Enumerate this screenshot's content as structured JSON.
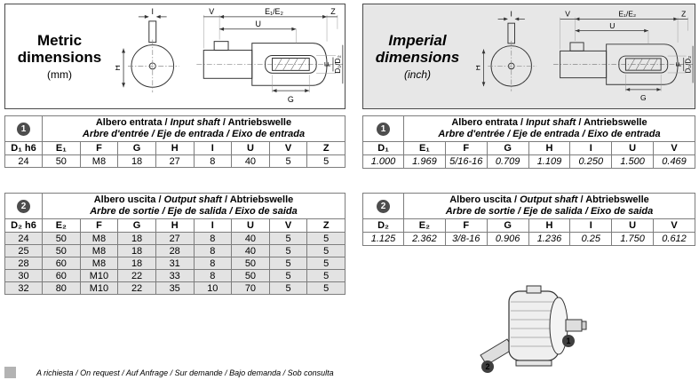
{
  "metric_panel": {
    "title_line1": "Metric",
    "title_line2": "dimensions",
    "unit": "(mm)"
  },
  "imperial_panel": {
    "title_line1": "Imperial",
    "title_line2": "dimensions",
    "unit": "(inch)"
  },
  "diagram": {
    "labels": {
      "i": "I",
      "h": "H",
      "v": "V",
      "e": "E₁/E₂",
      "u": "U",
      "z": "Z",
      "f": "F",
      "g": "G",
      "d": "D₁/D₂"
    }
  },
  "metric": {
    "input": {
      "badge": "1",
      "header": {
        "line1_a": "Albero entrata / ",
        "line1_b": "Input shaft",
        "line1_c": " / Antriebswelle",
        "line2": "Arbre d'entrée / Eje de entrada / Eixo de entrada"
      },
      "columns": [
        "D₁ h6",
        "E₁",
        "F",
        "G",
        "H",
        "I",
        "U",
        "V",
        "Z"
      ],
      "rows": [
        [
          "24",
          "50",
          "M8",
          "18",
          "27",
          "8",
          "40",
          "5",
          "5"
        ]
      ]
    },
    "output": {
      "badge": "2",
      "header": {
        "line1_a": "Albero uscita / ",
        "line1_b": "Output shaft",
        "line1_c": " / Abtriebswelle",
        "line2": "Arbre de sortie / Eje de salida / Eixo de saida"
      },
      "columns": [
        "D₂ h6",
        "E₂",
        "F",
        "G",
        "H",
        "I",
        "U",
        "V",
        "Z"
      ],
      "rows": [
        [
          "24",
          "50",
          "M8",
          "18",
          "27",
          "8",
          "40",
          "5",
          "5"
        ],
        [
          "25",
          "50",
          "M8",
          "18",
          "28",
          "8",
          "40",
          "5",
          "5"
        ],
        [
          "28",
          "60",
          "M8",
          "18",
          "31",
          "8",
          "50",
          "5",
          "5"
        ],
        [
          "30",
          "60",
          "M10",
          "22",
          "33",
          "8",
          "50",
          "5",
          "5"
        ],
        [
          "32",
          "80",
          "M10",
          "22",
          "35",
          "10",
          "70",
          "5",
          "5"
        ]
      ]
    }
  },
  "imperial": {
    "input": {
      "badge": "1",
      "header": {
        "line1_a": "Albero entrata / ",
        "line1_b": "Input shaft",
        "line1_c": " / Antriebswelle",
        "line2": "Arbre d'entrée / Eje de entrada / Eixo de entrada"
      },
      "columns": [
        "D₁",
        "E₁",
        "F",
        "G",
        "H",
        "I",
        "U",
        "V"
      ],
      "rows": [
        [
          "1.000",
          "1.969",
          "5/16-16",
          "0.709",
          "1.109",
          "0.250",
          "1.500",
          "0.469"
        ]
      ]
    },
    "output": {
      "badge": "2",
      "header": {
        "line1_a": "Albero uscita / ",
        "line1_b": "Output shaft",
        "line1_c": " / Abtriebswelle",
        "line2": "Arbre de sortie / Eje de salida / Eixo de saida"
      },
      "columns": [
        "D₂",
        "E₂",
        "F",
        "G",
        "H",
        "I",
        "U",
        "V"
      ],
      "rows": [
        [
          "1.125",
          "2.362",
          "3/8-16",
          "0.906",
          "1.236",
          "0.25",
          "1.750",
          "0.612"
        ]
      ]
    }
  },
  "illustration": {
    "badge1": "1",
    "badge2": "2"
  },
  "footnote": {
    "text": "A richiesta / On request / Auf Anfrage / Sur demande / Bajo demanda / Sob consulta"
  }
}
